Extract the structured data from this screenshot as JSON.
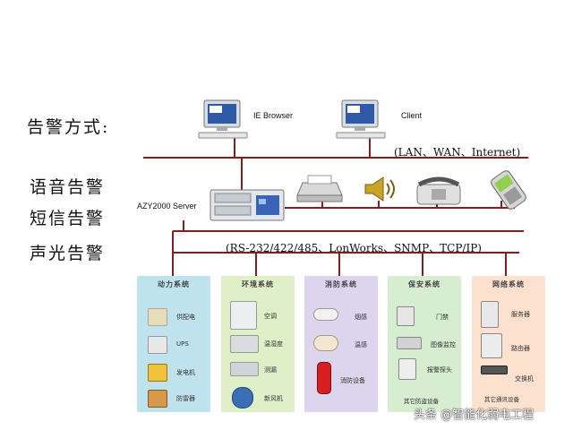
{
  "left_labels": {
    "alarm_modes": "告警方式:",
    "voice": "语音告警",
    "sms": "短信告警",
    "audio_visual": "声光告警"
  },
  "top_nodes": {
    "ie_browser": "IE Browser",
    "client": "Client"
  },
  "top_bus_label": "(LAN、WAN、Internet)",
  "server_label": "AZY2000 Server",
  "lower_bus_label": "(RS-232/422/485、LonWorks、SNMP、TCP/IP)",
  "panels": [
    {
      "title": "动力系统",
      "color": "#bfe3ee",
      "items": [
        "供配电",
        "UPS",
        "发电机",
        "防雷器"
      ],
      "footer": ""
    },
    {
      "title": "环境系统",
      "color": "#dff0c8",
      "items": [
        "空调",
        "温湿度",
        "测漏",
        "新风机"
      ],
      "footer": ""
    },
    {
      "title": "消防系统",
      "color": "#ddd4ee",
      "items": [
        "烟感",
        "温感",
        "消防设备"
      ],
      "footer": ""
    },
    {
      "title": "保安系统",
      "color": "#d6edd0",
      "items": [
        "门禁",
        "图像监控",
        "报警探头"
      ],
      "footer": "其它防盗设备"
    },
    {
      "title": "网络系统",
      "color": "#fde1cf",
      "items": [
        "服务器",
        "路由器",
        "交换机"
      ],
      "footer": "其它通讯设备"
    }
  ],
  "watermark": "头条 @智能化弱电工程",
  "colors": {
    "line": "#8b1c1c"
  }
}
